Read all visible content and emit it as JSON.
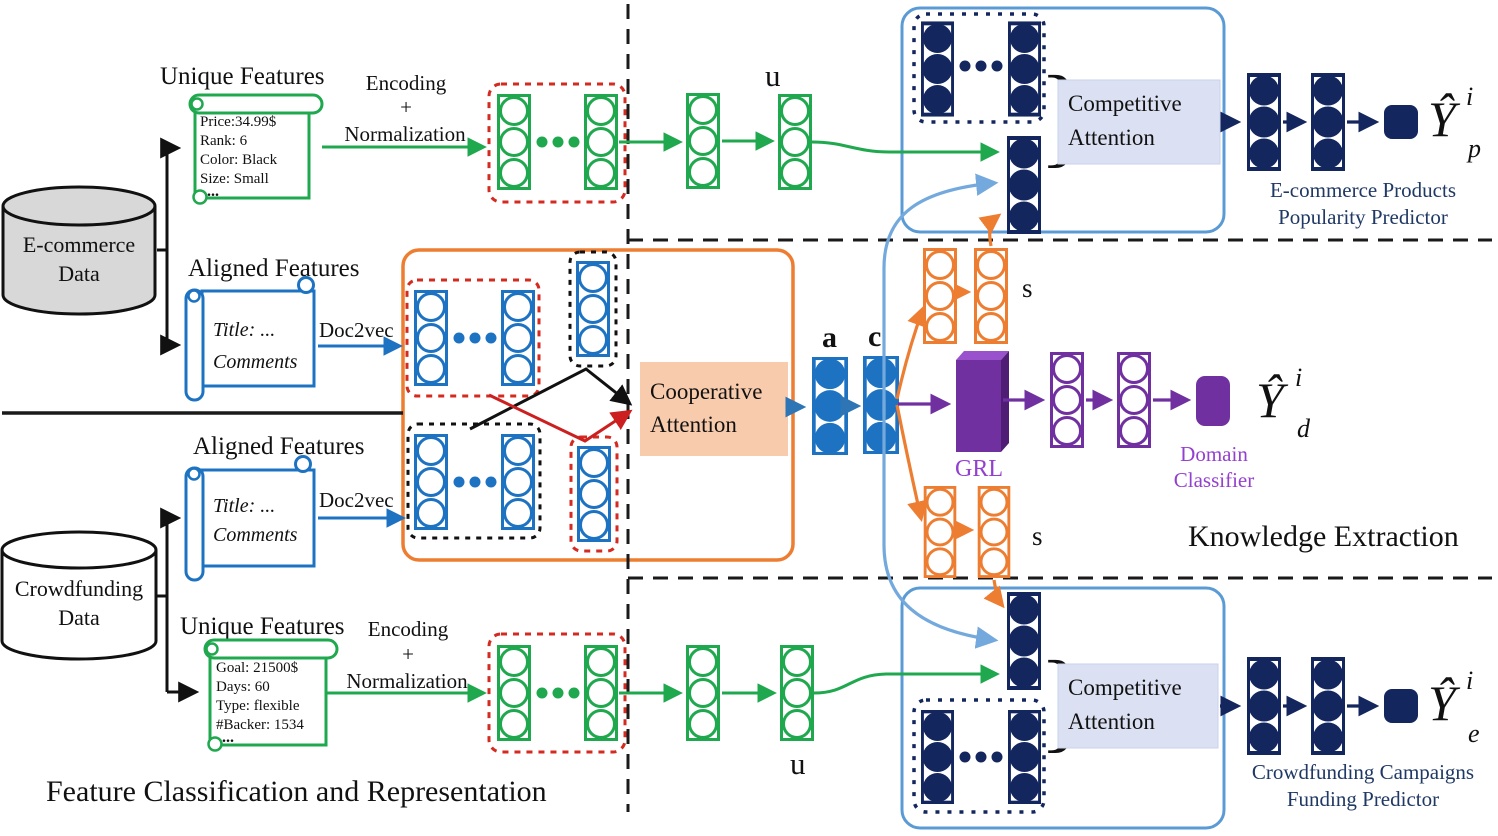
{
  "figure": {
    "section_captions": {
      "feature_classification": "Feature Classification and Representation",
      "knowledge_extraction": "Knowledge Extraction"
    },
    "databases": {
      "ecommerce": {
        "line1": "E-commerce",
        "line2": "Data"
      },
      "crowdfunding": {
        "line1": "Crowdfunding",
        "line2": "Data"
      }
    },
    "feature_scrolls": {
      "ecom_unique": {
        "heading": "Unique Features",
        "lines": [
          "Price:34.99$",
          "Rank: 6",
          "Color: Black",
          "Size: Small",
          "..."
        ]
      },
      "ecom_aligned": {
        "heading": "Aligned Features",
        "lines": [
          "Title: ...",
          "Comments"
        ]
      },
      "crowd_aligned": {
        "heading": "Aligned Features",
        "lines": [
          "Title: ...",
          "Comments"
        ]
      },
      "crowd_unique": {
        "heading": "Unique Features",
        "lines": [
          "Goal: 21500$",
          "Days: 60",
          "Type: flexible",
          "#Backer: 1534",
          "..."
        ]
      }
    },
    "transforms": {
      "encoding_top": {
        "line1": "Encoding",
        "line2": "+",
        "line3": "Normalization"
      },
      "encoding_bottom": {
        "line1": "Encoding",
        "line2": "+",
        "line3": "Normalization"
      },
      "doc2vec_top": "Doc2vec",
      "doc2vec_bottom": "Doc2vec"
    },
    "modules": {
      "cooperative_attention": {
        "line1": "Cooperative",
        "line2": "Attention"
      },
      "competitive_attention_top": {
        "line1": "Competitive",
        "line2": "Attention"
      },
      "competitive_attention_bottom": {
        "line1": "Competitive",
        "line2": "Attention"
      },
      "grl": "GRL",
      "domain_classifier": {
        "line1": "Domain",
        "line2": "Classifier"
      }
    },
    "vector_labels": {
      "u_top": "u",
      "a": "a",
      "c": "c",
      "s_top": "s",
      "s_bottom": "s",
      "u_bottom": "u"
    },
    "outputs": {
      "popularity": {
        "symbol": "Ŷ",
        "sup": "i",
        "sub": "p",
        "caption_line1": "E-commerce Products",
        "caption_line2": "Popularity Predictor"
      },
      "domain": {
        "symbol": "Ŷ",
        "sup": "i",
        "sub": "d"
      },
      "funding": {
        "symbol": "Ŷ",
        "sup": "i",
        "sub": "e",
        "caption_line1": "Crowdfunding Campaigns",
        "caption_line2": "Funding Predictor"
      }
    },
    "braces": {
      "top": "}",
      "bottom": "}"
    },
    "colors": {
      "green": "#1fa84e",
      "blue": "#1d73c1",
      "steel_blue": "#2e75b6",
      "light_blue": "#74a9dd",
      "container_border": "#5b9bd5",
      "navy": "#14265e",
      "navy_text": "#1f3864",
      "orange": "#ed7d31",
      "purple": "#7030a0",
      "purple_text": "#9440cf",
      "red": "#d42a20",
      "peach": "#f8cbad",
      "periwinkle": "#dbe1f2",
      "cylinder_gray": "#d8d8d8"
    }
  }
}
